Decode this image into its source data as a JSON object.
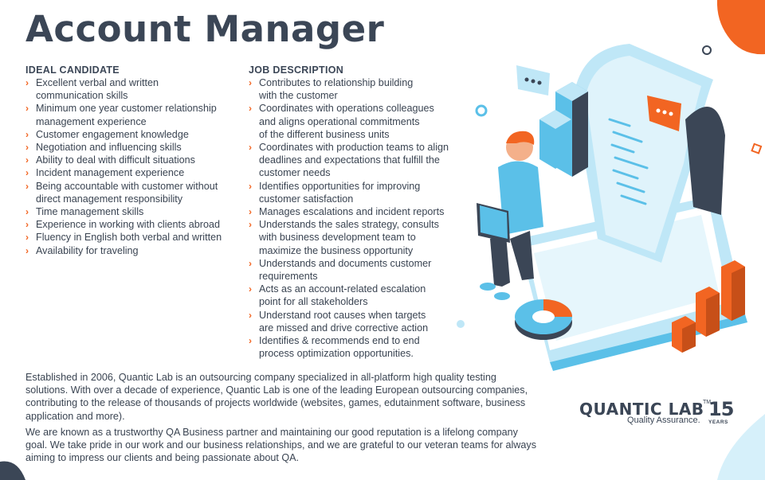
{
  "title": "Account Manager",
  "ideal_candidate": {
    "heading": "IDEAL CANDIDATE",
    "items": [
      "Excellent verbal and written\ncommunication skills",
      "Minimum one year customer relationship\nmanagement experience",
      "Customer engagement knowledge",
      "Negotiation and influencing skills",
      "Ability to deal with difficult situations",
      "Incident management experience",
      "Being accountable with customer without\ndirect management responsibility",
      "Time management skills",
      "Experience in working with clients abroad",
      "Fluency in English both verbal and written",
      "Availability for traveling"
    ]
  },
  "job_description": {
    "heading": "JOB DESCRIPTION",
    "items": [
      "Contributes to relationship building\nwith the customer",
      "Coordinates with operations colleagues\nand aligns operational commitments\nof the different business units",
      "Coordinates with production teams to align\ndeadlines and expectations that fulfill the\ncustomer needs",
      "Identifies opportunities for improving\ncustomer satisfaction",
      "Manages escalations and incident reports",
      "Understands the sales strategy, consults\nwith business development team to\nmaximize the business opportunity",
      "Understands and documents customer\nrequirements",
      "Acts as an account-related escalation\npoint for all stakeholders",
      "Understand root causes when targets\nare missed and drive corrective action",
      "Identifies & recommends end to end\nprocess optimization opportunities."
    ]
  },
  "about": {
    "p1": "Established in 2006, Quantic Lab is an outsourcing company specialized in all-platform high quality testing\nsolutions. With over a decade of experience, Quantic Lab is one of the leading European outsourcing companies,\ncontributing to the release of thousands of projects worldwide (websites, games, edutainment software, business\napplication and more).",
    "p2": "We are known as a trustworthy QA Business partner and maintaining our good reputation is a lifelong company\ngoal. We take pride in our work and our business relationships, and we are grateful to our veteran teams for always\naiming to impress our clients and being passionate about QA."
  },
  "logo": {
    "name": "QUANTIC LAB",
    "tm": "TM",
    "tagline": "Quality Assurance.",
    "years_number": "15",
    "years_label": "YEARS"
  },
  "colors": {
    "accent": "#f26522",
    "text": "#3a4452",
    "light_blue": "#bfe7f7",
    "mid_blue": "#5bc0e8",
    "dark_slate": "#3b4656"
  }
}
